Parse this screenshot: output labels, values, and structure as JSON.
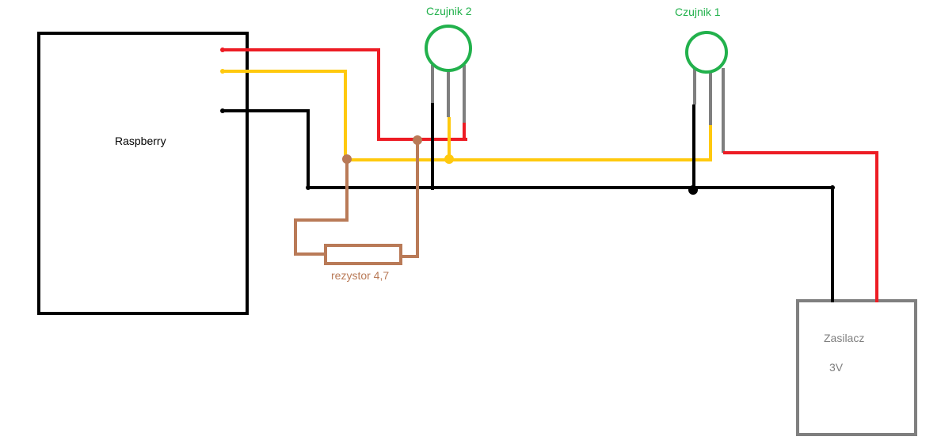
{
  "labels": {
    "raspberry": "Raspberry",
    "sensor2": "Czujnik 2",
    "sensor1": "Czujnik 1",
    "resistor": "rezystor 4,7",
    "power_supply": "Zasilacz",
    "voltage": "3V"
  },
  "colors": {
    "power_wire": "#ed1c24",
    "data_wire": "#ffc90e",
    "ground_wire": "#000000",
    "resistor": "#b97a57",
    "sensor": "#22b14c",
    "sensor_legs": "#7f7f7f",
    "power_supply": "#7f7f7f",
    "raspberry_outline": "#000000"
  }
}
